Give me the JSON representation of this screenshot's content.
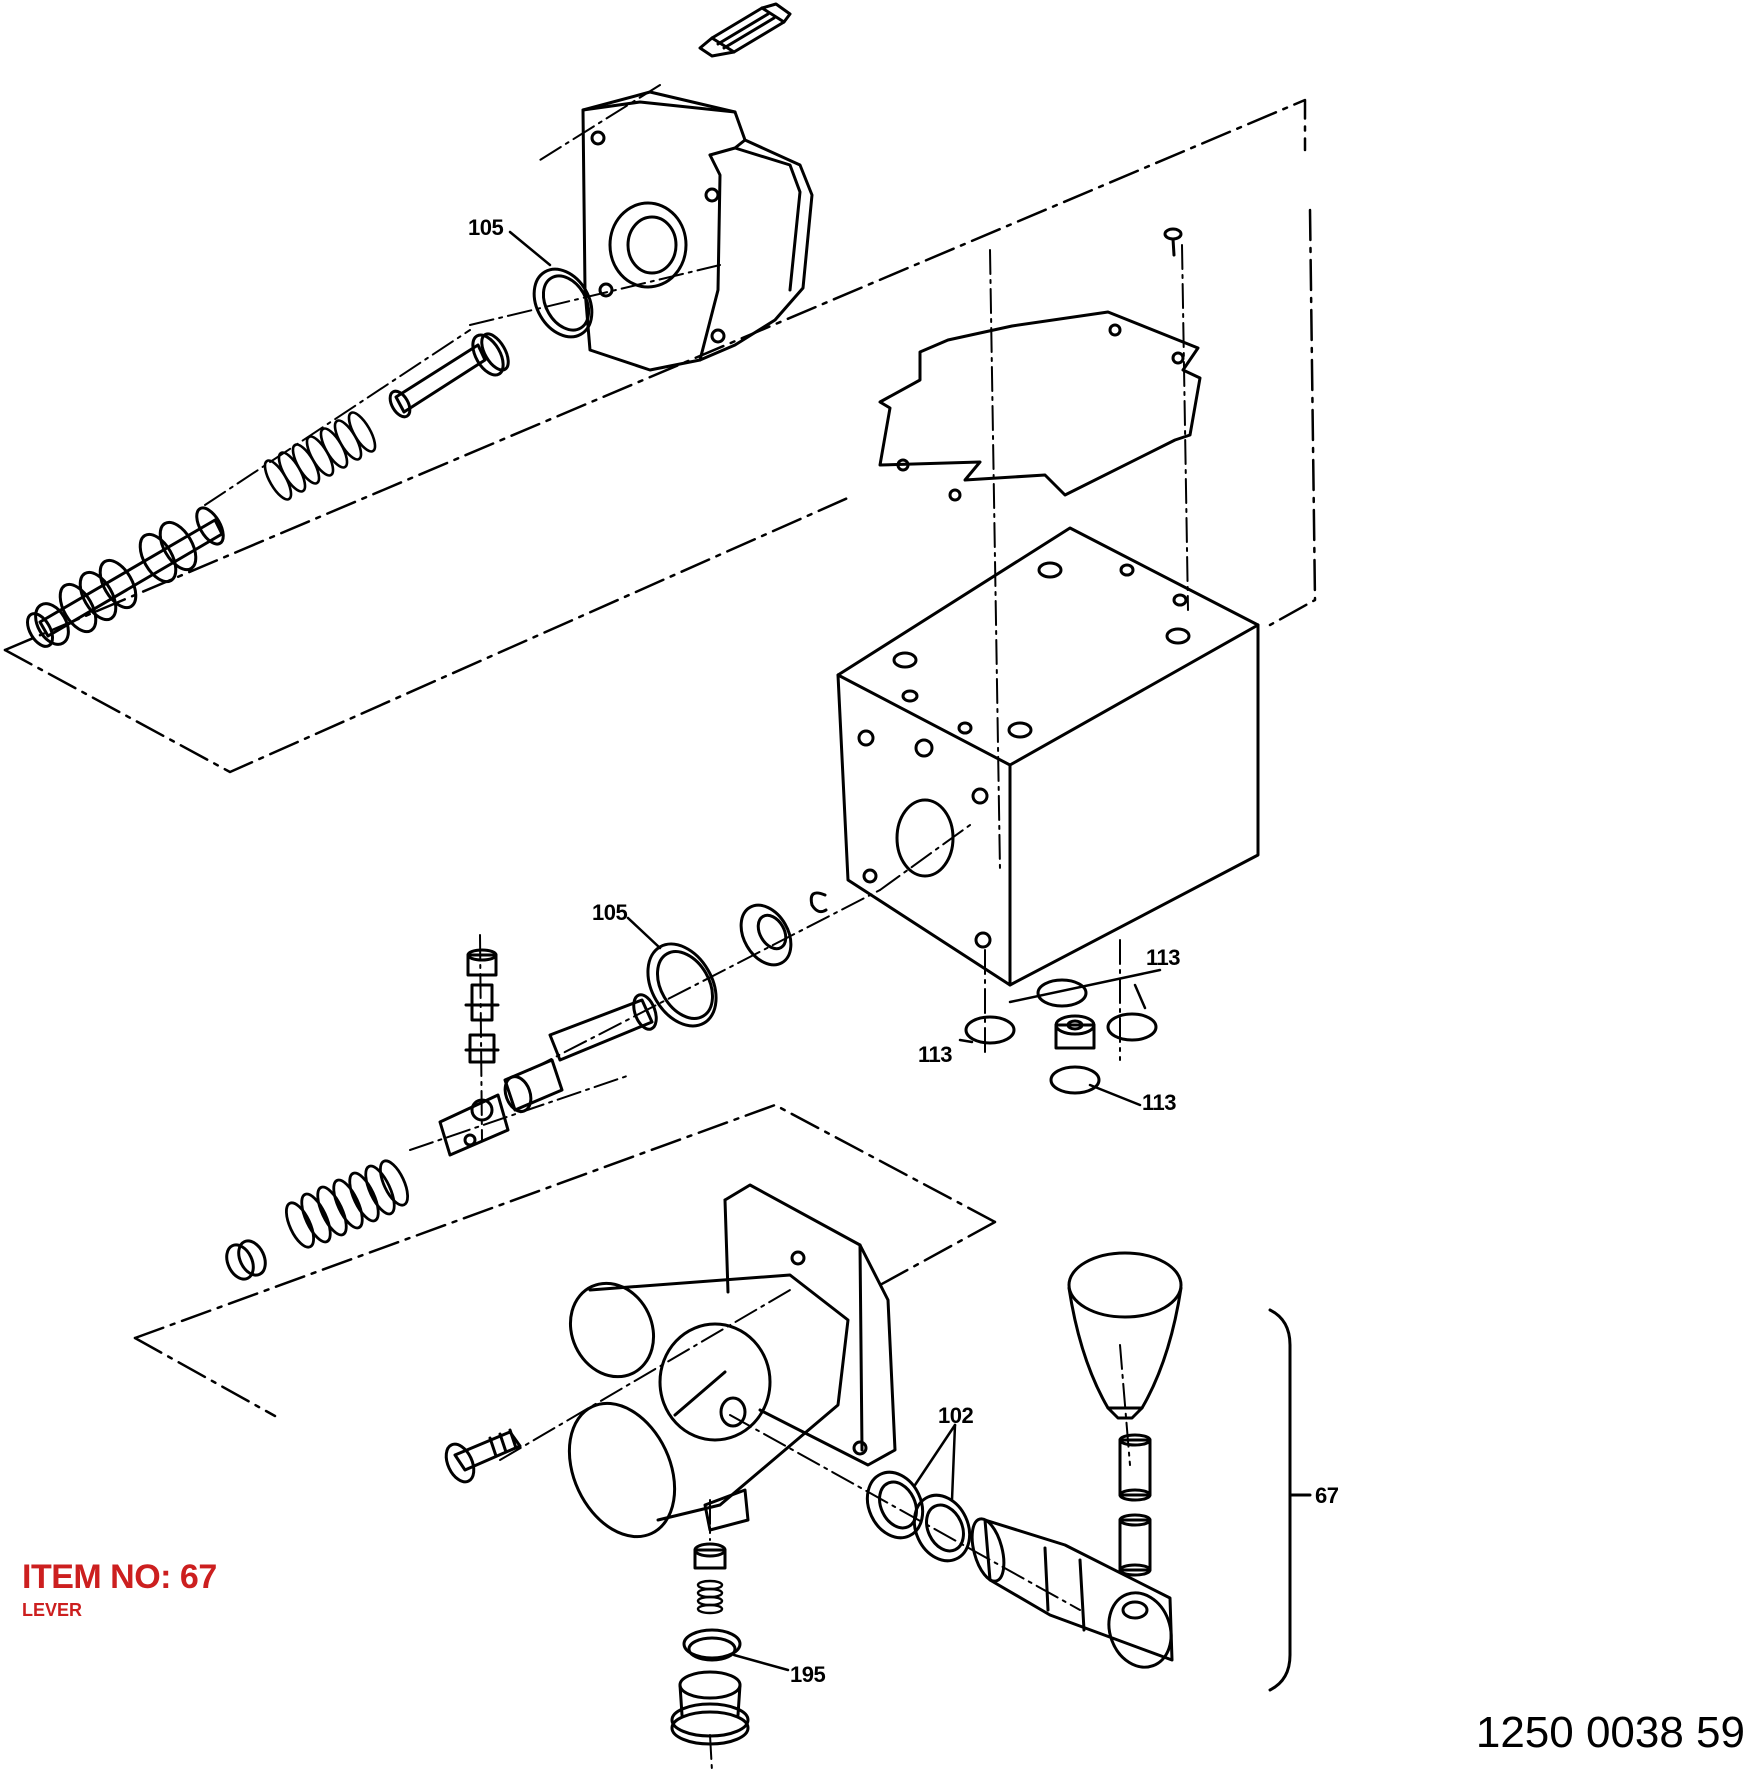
{
  "item": {
    "label": "ITEM NO: 67",
    "description": "LEVER",
    "color": "#cc1f1f"
  },
  "part_number": "1250 0038 59",
  "callouts": {
    "c105_top": "105",
    "c105_mid": "105",
    "c113_a": "113",
    "c113_b": "113",
    "c113_c": "113",
    "c102": "102",
    "c195": "195",
    "c67": "67"
  }
}
